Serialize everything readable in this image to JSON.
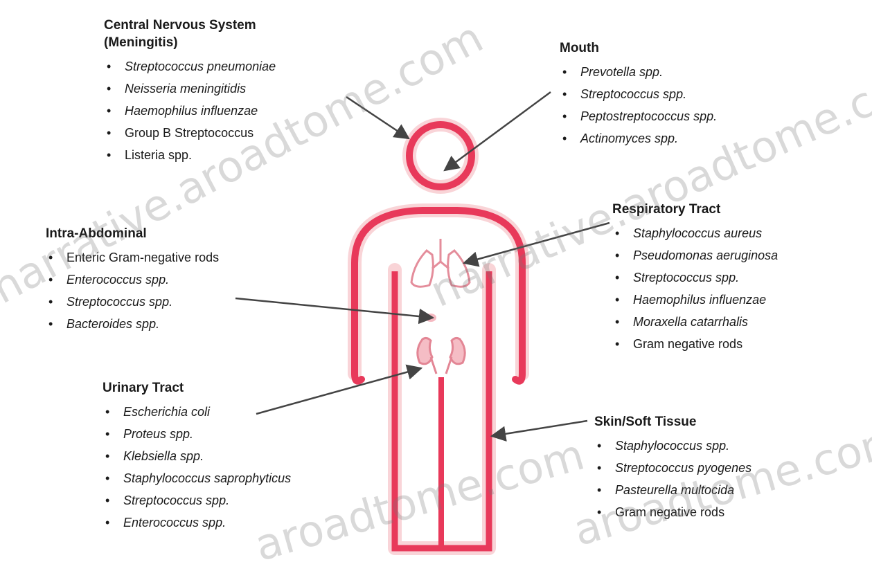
{
  "cns": {
    "title_line1": "Central Nervous System",
    "title_line2": "(Meningitis)",
    "items": [
      "Streptococcus pneumoniae",
      "Neisseria meningitidis",
      "Haemophilus influenzae",
      "Group B Streptococcus",
      "Listeria spp."
    ]
  },
  "mouth": {
    "title": "Mouth",
    "items": [
      "Prevotella spp.",
      "Streptococcus spp.",
      "Peptostreptococcus spp.",
      "Actinomyces spp."
    ]
  },
  "respiratory": {
    "title": "Respiratory Tract",
    "items": [
      "Staphylococcus aureus",
      "Pseudomonas aeruginosa",
      "Streptococcus spp.",
      "Haemophilus influenzae",
      "Moraxella catarrhalis",
      "Gram negative rods"
    ]
  },
  "intra_abdominal": {
    "title": "Intra-Abdominal",
    "items": [
      "Enteric Gram-negative rods",
      "Enterococcus spp.",
      "Streptococcus spp.",
      "Bacteroides spp."
    ]
  },
  "urinary": {
    "title": "Urinary Tract",
    "items": [
      "Escherichia coli",
      "Proteus spp.",
      "Klebsiella spp.",
      "Staphylococcus saprophyticus",
      "Streptococcus spp.",
      "Enterococcus spp."
    ]
  },
  "skin": {
    "title": "Skin/Soft Tissue",
    "items": [
      "Staphylococcus spp.",
      "Streptococcus pyogenes",
      "Pasteurella multocida",
      "Gram negative rods"
    ]
  },
  "watermarks": [
    "narrative.aroadtome.com",
    "narrative.aroadtome.com",
    "aroadtome.com",
    "aroadtome.com"
  ],
  "colors": {
    "body_outline": "#e8395a",
    "body_glow": "#f7c2c7",
    "organ": "#e07a8a",
    "text": "#1a1a1a"
  }
}
